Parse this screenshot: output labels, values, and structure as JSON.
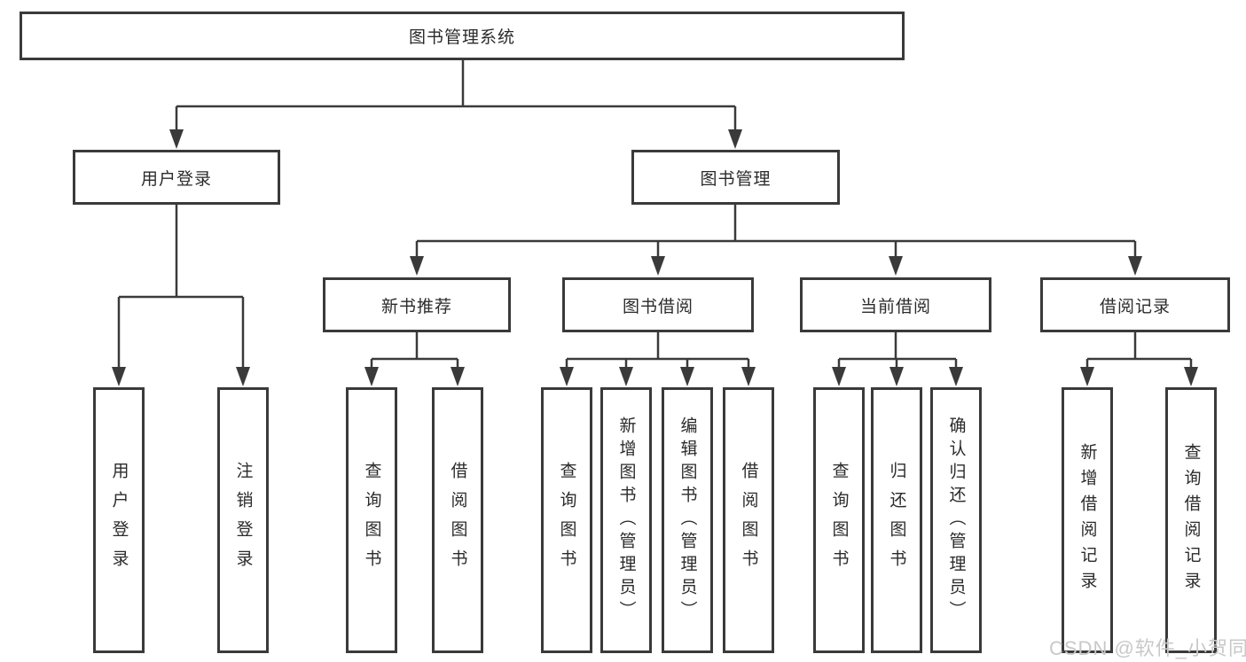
{
  "diagram": {
    "root": {
      "label": "图书管理系统"
    },
    "level2": [
      {
        "label": "用户登录"
      },
      {
        "label": "图书管理"
      }
    ],
    "level3": [
      {
        "label": "新书推荐"
      },
      {
        "label": "图书借阅"
      },
      {
        "label": "当前借阅"
      },
      {
        "label": "借阅记录"
      }
    ],
    "leaves": [
      {
        "label": "用户登录"
      },
      {
        "label": "注销登录"
      },
      {
        "label": "查询图书"
      },
      {
        "label": "借阅图书"
      },
      {
        "label": "查询图书"
      },
      {
        "label": "新增图书（管理员）"
      },
      {
        "label": "编辑图书（管理员）"
      },
      {
        "label": "借阅图书"
      },
      {
        "label": "查询图书"
      },
      {
        "label": "归还图书"
      },
      {
        "label": "确认归还（管理员）"
      },
      {
        "label": "新增借阅记录"
      },
      {
        "label": "查询借阅记录"
      }
    ]
  },
  "watermark": {
    "text": "CSDN @软件_小贺同学",
    "color": "#c8c8c8"
  },
  "colors": {
    "line": "#3a3a3a",
    "box_border": "#3a3a3a",
    "text": "#2b2b2b",
    "background": "#ffffff"
  }
}
